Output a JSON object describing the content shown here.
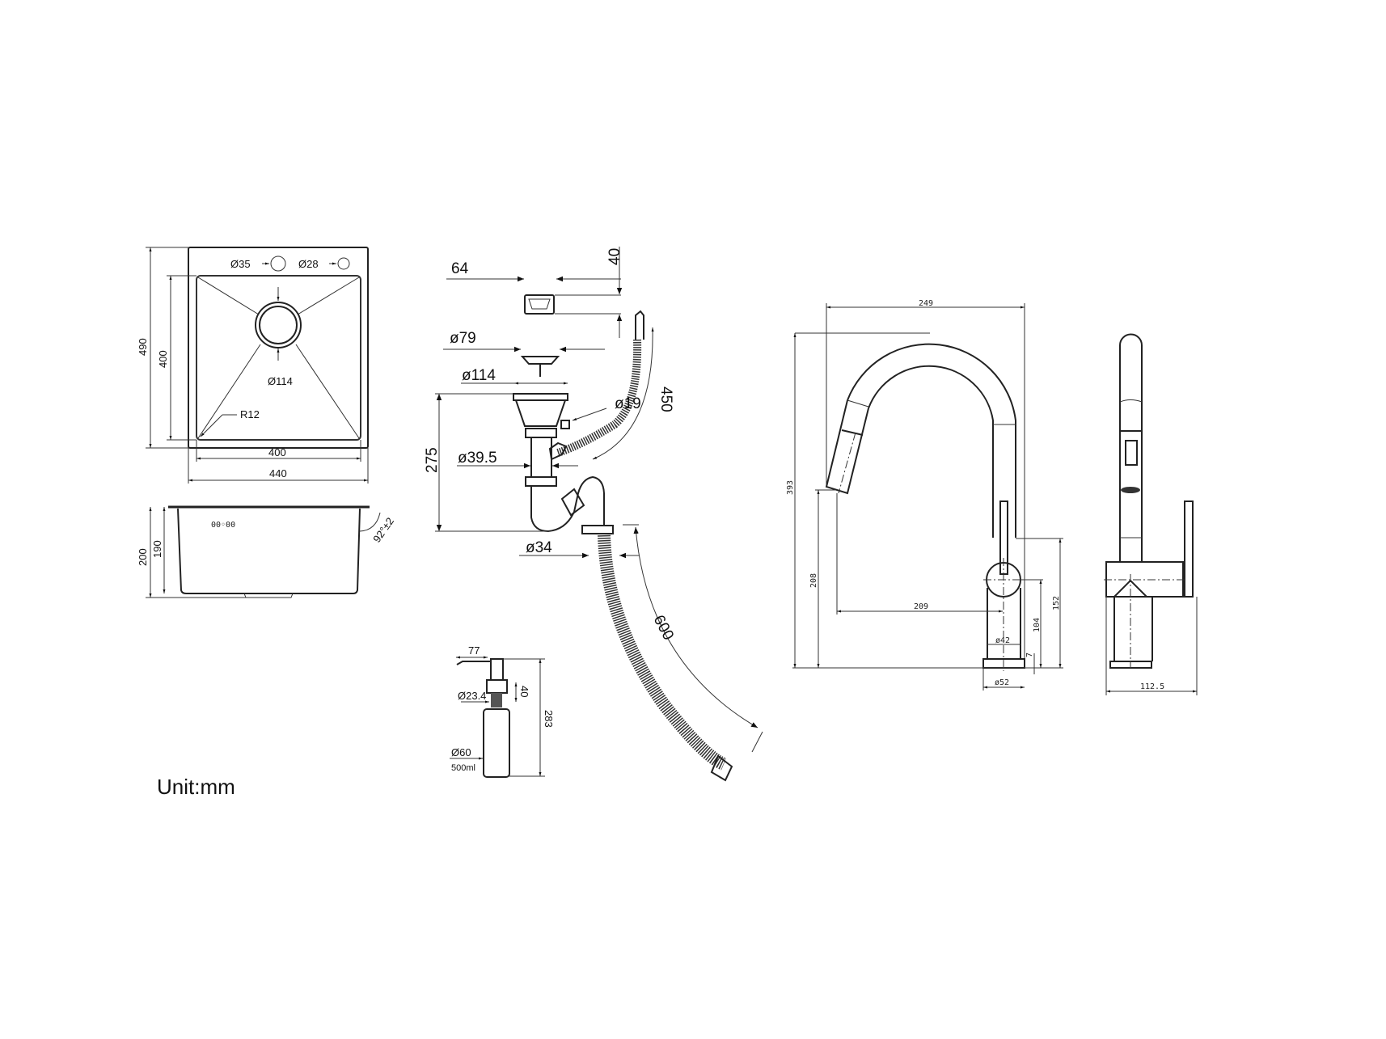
{
  "sink_top": {
    "hole1": "Ø35",
    "hole2": "Ø28",
    "drain": "Ø114",
    "radius": "R12",
    "outer_height": "490",
    "inner_height": "400",
    "inner_width": "400",
    "outer_width": "440"
  },
  "sink_side": {
    "height": "200",
    "inner_depth": "190",
    "angle": "92°±2",
    "mark": "00◦00"
  },
  "drain_kit": {
    "overflow_width": "64",
    "overflow_height": "40",
    "strainer": "ø79",
    "flange": "ø114",
    "overflow_pipe": "ø19",
    "hose_length": "450",
    "height": "275",
    "pipe": "ø39.5",
    "outlet": "ø34",
    "outlet_hose": "600"
  },
  "soap_dispenser": {
    "spout": "77",
    "thread": "Ø23.4",
    "neck": "40",
    "height": "283",
    "bottle": "Ø60",
    "volume": "500ml"
  },
  "faucet_front": {
    "width": "249",
    "height": "393",
    "spout_height": "208",
    "reach": "209",
    "handle_height": "152",
    "lever_center": "104",
    "base_thickness": "7",
    "body_dia": "ø42",
    "base_dia": "ø52"
  },
  "faucet_side": {
    "depth": "112.5"
  },
  "unit_label": "Unit:mm"
}
